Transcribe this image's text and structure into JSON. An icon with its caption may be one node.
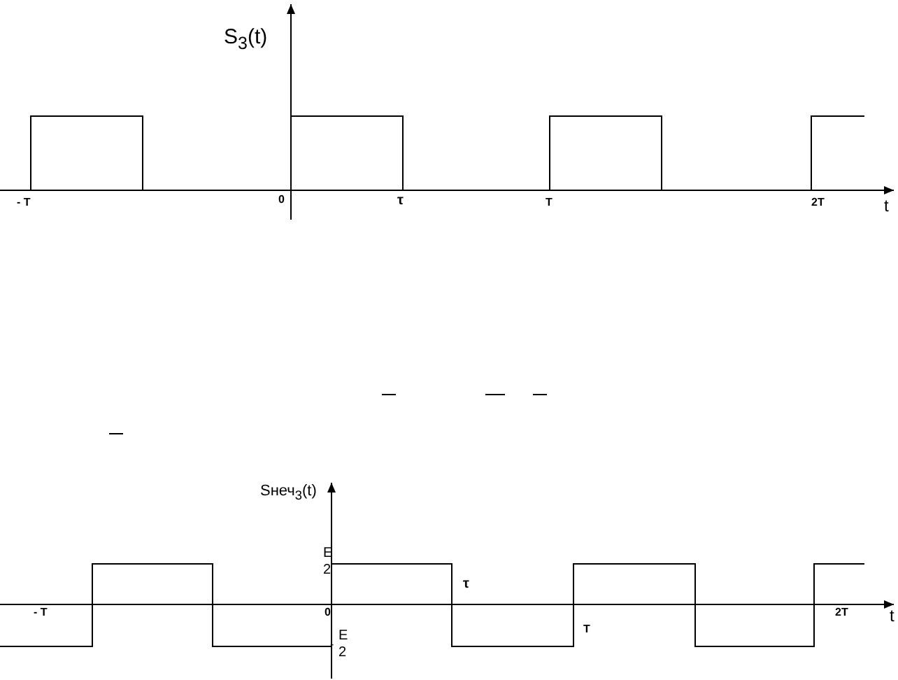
{
  "diagram": {
    "labels": [
      "S$_{3}$(t)",
      "- T",
      "0",
      "τ",
      "T",
      "2T",
      "t",
      "Sнеч$_{3}$(t)",
      "E",
      "2",
      "τ",
      "- T",
      "0",
      "2T",
      "t",
      "-",
      "E",
      "2",
      "T"
    ]
  }
}
